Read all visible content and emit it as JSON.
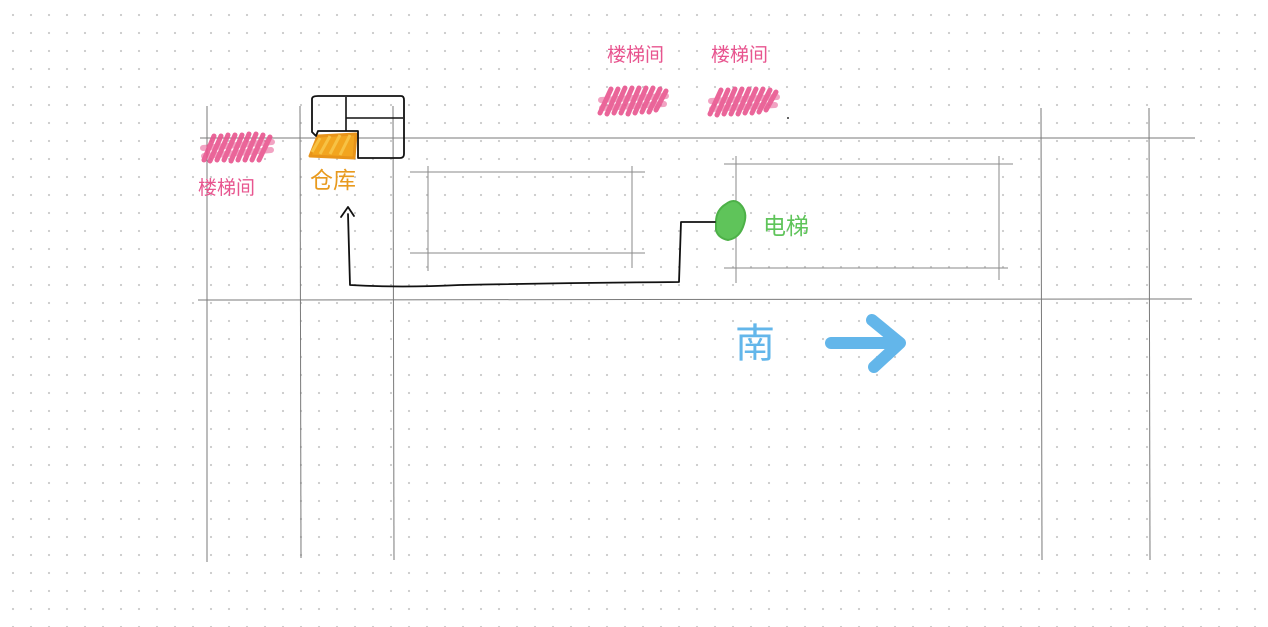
{
  "labels": {
    "stair_left": "楼梯间",
    "stair_top_1": "楼梯间",
    "stair_top_2": "楼梯间",
    "storage": "仓库",
    "elevator": "电梯",
    "south": "南"
  },
  "colors": {
    "stair": "#e8558f",
    "storage": "#e89a1e",
    "elevator": "#5fc45a",
    "south": "#63b6ea",
    "line": "#777777",
    "ink": "#111111"
  },
  "icons": {
    "direction": "arrow-right-icon"
  }
}
